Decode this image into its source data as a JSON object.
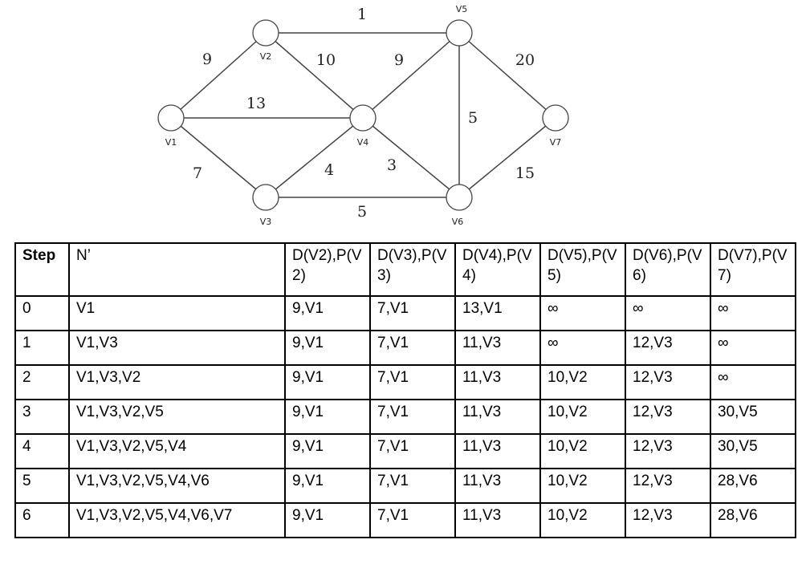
{
  "graph": {
    "nodes": [
      "V1",
      "V2",
      "V3",
      "V4",
      "V5",
      "V6",
      "V7"
    ],
    "edges": [
      {
        "from": "V1",
        "to": "V2",
        "weight": "9"
      },
      {
        "from": "V1",
        "to": "V4",
        "weight": "13"
      },
      {
        "from": "V1",
        "to": "V3",
        "weight": "7"
      },
      {
        "from": "V2",
        "to": "V5",
        "weight": "1"
      },
      {
        "from": "V2",
        "to": "V4",
        "weight": "10"
      },
      {
        "from": "V4",
        "to": "V5",
        "weight": "9"
      },
      {
        "from": "V3",
        "to": "V4",
        "weight": "4"
      },
      {
        "from": "V4",
        "to": "V6",
        "weight": "3"
      },
      {
        "from": "V3",
        "to": "V6",
        "weight": "5"
      },
      {
        "from": "V5",
        "to": "V6",
        "weight": "5"
      },
      {
        "from": "V5",
        "to": "V7",
        "weight": "20"
      },
      {
        "from": "V6",
        "to": "V7",
        "weight": "15"
      }
    ]
  },
  "table": {
    "headers": [
      "Step",
      "N’",
      "D(V2),P(V2)",
      "D(V3),P(V3)",
      "D(V4),P(V4)",
      "D(V5),P(V5)",
      "D(V6),P(V6)",
      "D(V7),P(V7)"
    ],
    "rows": [
      [
        "0",
        "V1",
        "9,V1",
        "7,V1",
        "13,V1",
        "∞",
        "∞",
        "∞"
      ],
      [
        "1",
        "V1,V3",
        "9,V1",
        "7,V1",
        "11,V3",
        "∞",
        "12,V3",
        "∞"
      ],
      [
        "2",
        "V1,V3,V2",
        "9,V1",
        "7,V1",
        "11,V3",
        "10,V2",
        "12,V3",
        "∞"
      ],
      [
        "3",
        "V1,V3,V2,V5",
        "9,V1",
        "7,V1",
        "11,V3",
        "10,V2",
        "12,V3",
        "30,V5"
      ],
      [
        "4",
        "V1,V3,V2,V5,V4",
        "9,V1",
        "7,V1",
        "11,V3",
        "10,V2",
        "12,V3",
        "30,V5"
      ],
      [
        "5",
        "V1,V3,V2,V5,V4,V6",
        "9,V1",
        "7,V1",
        "11,V3",
        "10,V2",
        "12,V3",
        "28,V6"
      ],
      [
        "6",
        "V1,V3,V2,V5,V4,V6,V7",
        "9,V1",
        "7,V1",
        "11,V3",
        "10,V2",
        "12,V3",
        "28,V6"
      ]
    ]
  }
}
